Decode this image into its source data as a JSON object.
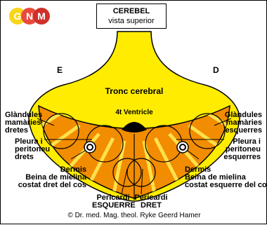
{
  "title": {
    "line1": "CEREBEL",
    "line2": "vista superior"
  },
  "logo": {
    "letters": [
      "G",
      "N",
      "M"
    ],
    "colors": [
      "#f7d61a",
      "#e84b3c",
      "#d0302a"
    ]
  },
  "sides": {
    "left": "E",
    "right": "D"
  },
  "colors": {
    "yellow": "#ffec00",
    "orange": "#f28c00",
    "stripe": "#ffe14a",
    "black": "#000000"
  },
  "labels": {
    "tronc": "Tronc cerebral",
    "ventricle": "4t Ventricle",
    "glandules_left": [
      "Glàndules",
      "mamàries",
      "dretes"
    ],
    "glandules_right": [
      "Glàndules",
      "mamàries",
      "esquerres"
    ],
    "pleura_left": [
      "Pleura i",
      "peritoneu",
      "drets"
    ],
    "pleura_right": [
      "Pleura i",
      "peritoneu",
      "esquerres"
    ],
    "dermis_left": [
      "Dermis",
      "Beina de mielina",
      "costat dret del cos"
    ],
    "dermis_right": [
      "Dermis",
      "Beina de mielina",
      "costat esquerre del cos"
    ],
    "pericardi_left": [
      "Pericardi",
      "ESQUERRE"
    ],
    "pericardi_right": [
      "Pericardi",
      "DRET"
    ]
  },
  "copyright": "© Dr. med. Mag. theol. Ryke Geerd Hamer"
}
